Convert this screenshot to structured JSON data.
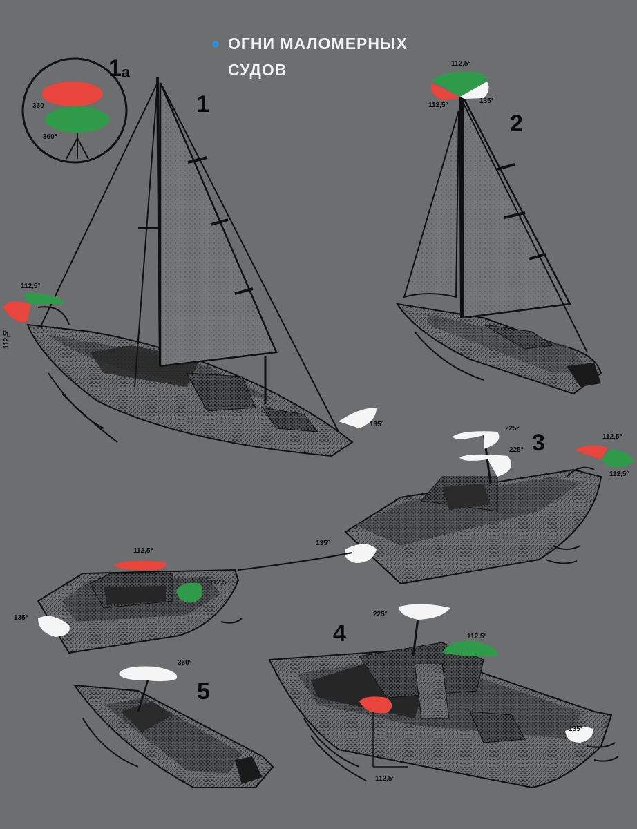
{
  "title": {
    "line1": "ОГНИ МАЛОМЕРНЫХ",
    "line2": "СУДОВ"
  },
  "figure_numbers": {
    "f1a": "1",
    "f1a_sub": "а",
    "f1": "1",
    "f2": "2",
    "f3": "3",
    "f4": "4",
    "f5": "5"
  },
  "angle_labels": {
    "inset_top": "360",
    "inset_bottom": "360°",
    "f1_side_top": "112,5°",
    "f1_side_left": "112,5°",
    "f1_stern": "135°",
    "f2_top": "112,5°",
    "f2_left": "112,5°",
    "f2_right": "135°",
    "f3_mast_upper": "225°",
    "f3_mast_lower": "225°",
    "f3_side_top": "112,5°",
    "f3_side_bottom": "112,5°",
    "f3_stern": "135°",
    "f3b_top": "112,5°",
    "f3b_side": "112,5",
    "f3b_stern": "135°",
    "f4_mast": "225°",
    "f4_side_top": "112,5°",
    "f4_side_bottom": "112,5°",
    "f4_stern": "135°",
    "f5_mast": "360°"
  },
  "colors": {
    "background": "#6c6e70",
    "red_light": "#e8453c",
    "green_light": "#2f9a4a",
    "white_light": "#f5f5f5",
    "accent_dot": "#2e8fd0"
  }
}
